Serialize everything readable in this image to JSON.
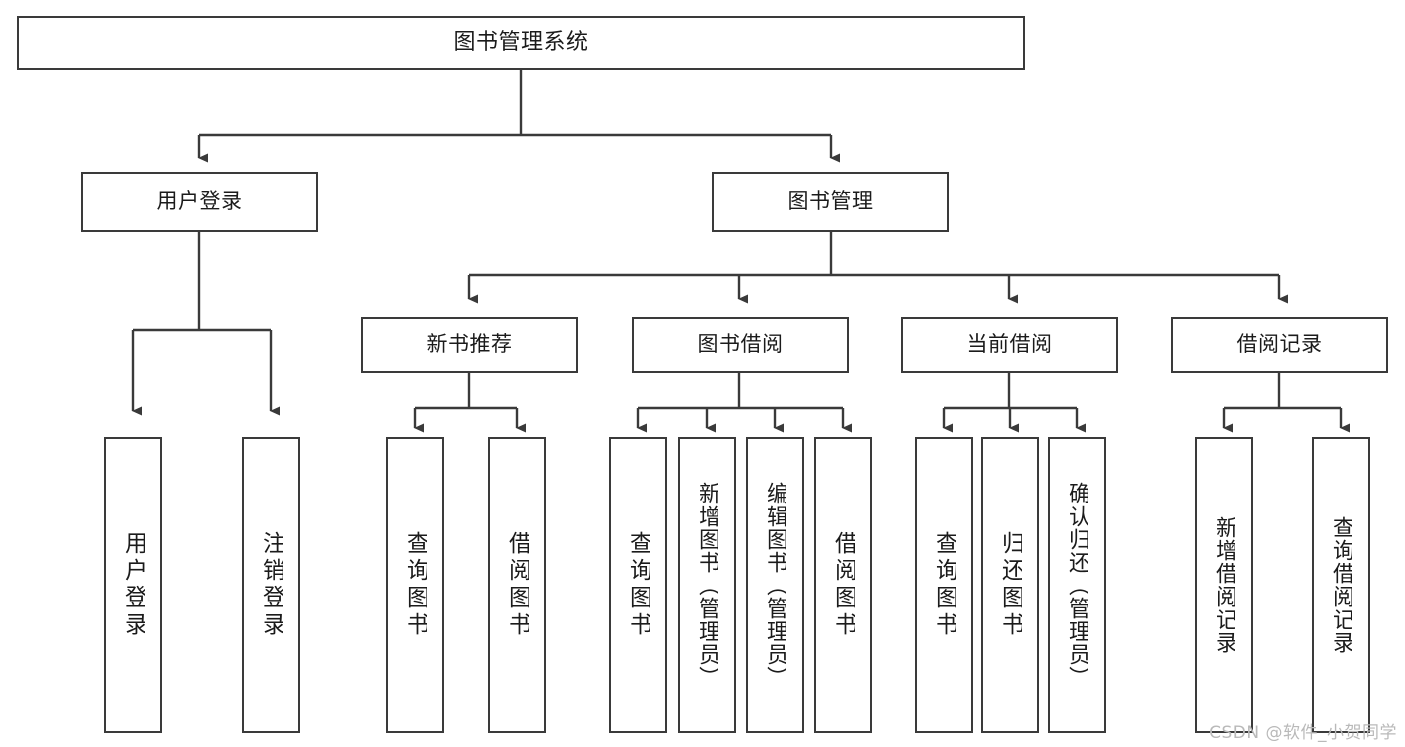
{
  "diagram": {
    "title": "图书管理系统",
    "type": "tree-hierarchy-diagram",
    "colors": {
      "box_border": "#3a3a3a",
      "box_fill": "#ffffff",
      "edge": "#3a3a3a",
      "text": "#1b1b1b",
      "watermark": "#b9b9b9",
      "background": "#ffffff"
    },
    "nodes": {
      "root": {
        "label": "图书管理系统"
      },
      "level1": [
        {
          "id": "user-login",
          "label": "用户登录"
        },
        {
          "id": "book-management",
          "label": "图书管理"
        }
      ],
      "level2": [
        {
          "id": "new-book-recommend",
          "label": "新书推荐"
        },
        {
          "id": "book-borrow",
          "label": "图书借阅"
        },
        {
          "id": "current-borrow",
          "label": "当前借阅"
        },
        {
          "id": "borrow-record",
          "label": "借阅记录"
        }
      ],
      "leaves": {
        "user_login": [
          {
            "id": "leaf-user-login",
            "label": "用户登录"
          },
          {
            "id": "leaf-logout",
            "label": "注销登录"
          }
        ],
        "new_book_recommend": [
          {
            "id": "leaf-query-book-1",
            "label": "查询图书"
          },
          {
            "id": "leaf-borrow-book-1",
            "label": "借阅图书"
          }
        ],
        "book_borrow": [
          {
            "id": "leaf-query-book-2",
            "label": "查询图书"
          },
          {
            "id": "leaf-add-book",
            "label": "新增图书（管理员）"
          },
          {
            "id": "leaf-edit-book",
            "label": "编辑图书（管理员）"
          },
          {
            "id": "leaf-borrow-book-2",
            "label": "借阅图书"
          }
        ],
        "current_borrow": [
          {
            "id": "leaf-query-book-3",
            "label": "查询图书"
          },
          {
            "id": "leaf-return-book",
            "label": "归还图书"
          },
          {
            "id": "leaf-confirm-return",
            "label": "确认归还（管理员）"
          }
        ],
        "borrow_record": [
          {
            "id": "leaf-add-borrow-record",
            "label": "新增借阅记录"
          },
          {
            "id": "leaf-query-borrow-record",
            "label": "查询借阅记录"
          }
        ]
      }
    },
    "watermark": "CSDN @软件_小贺同学"
  }
}
